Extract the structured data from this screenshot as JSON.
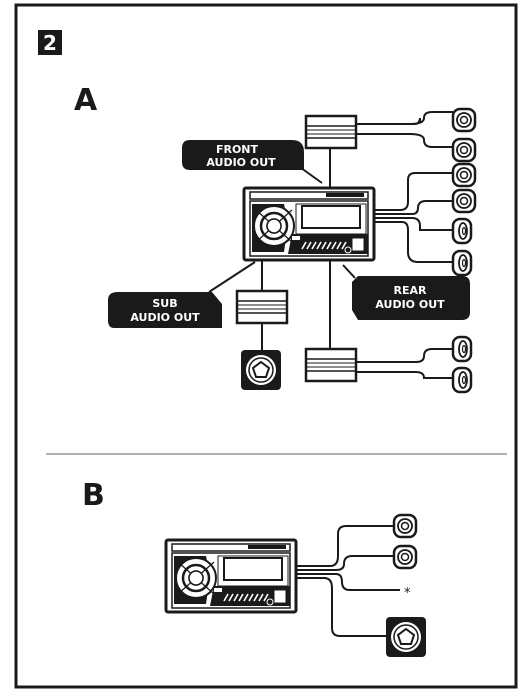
{
  "figure": {
    "number": "2",
    "section_a": {
      "letter": "A",
      "labels": {
        "front_1": "FRONT",
        "front_2": "AUDIO OUT",
        "sub_1": "SUB",
        "sub_2": "AUDIO OUT",
        "rear_1": "REAR",
        "rear_2": "AUDIO OUT"
      }
    },
    "section_b": {
      "letter": "B",
      "asterisk": "*"
    }
  },
  "colors": {
    "ink": "#1a1a1a",
    "divider": "#999999",
    "paper": "#ffffff"
  }
}
